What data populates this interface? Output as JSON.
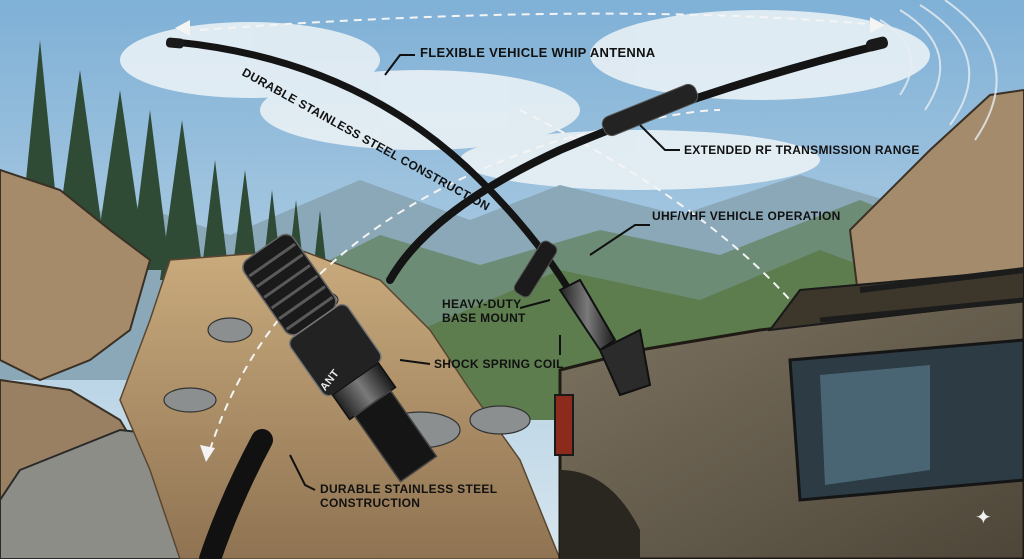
{
  "labels": {
    "whip_antenna": "FLEXIBLE VEHICLE WHIP ANTENNA",
    "steel_construction_top": "DURABLE STAINLESS STEEL CONSTRUCTION",
    "rf_range": "EXTENDED RF TRANSMISSION RANGE",
    "uhf_vhf": "UHF/VHF VEHICLE OPERATION",
    "base_mount_line1": "HEAVY-DUTY",
    "base_mount_line2": "BASE MOUNT",
    "spring_coil": "SHOCK SPRING COIL",
    "steel_construction_bottom_line1": "DURABLE STAINLESS STEEL",
    "steel_construction_bottom_line2": "CONSTRUCTION",
    "connector_text": "ANT"
  },
  "colors": {
    "sky": "#9ec3dd",
    "mountain": "#6f8fa0",
    "forest": "#3c5a3f",
    "rock": "#a38b6c",
    "trail": "#b79a70",
    "truck": "#6a6150",
    "antenna": "#141414"
  }
}
